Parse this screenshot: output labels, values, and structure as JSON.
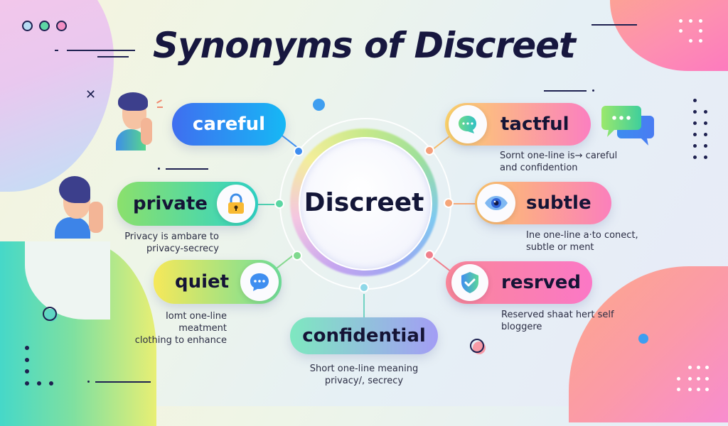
{
  "title": "Synonyms of Discreet",
  "center": {
    "label": "Discreet"
  },
  "synonyms": [
    {
      "id": "careful",
      "label": "careful",
      "description": "",
      "icon": "whisper-person-icon",
      "colors": [
        "#3f6ef0",
        "#16b8f5"
      ]
    },
    {
      "id": "private",
      "label": "private",
      "description_line1": "Privacy is ambare to",
      "description_line2": "privacy-secrecy",
      "icon": "padlock-icon",
      "colors": [
        "#8be06c",
        "#2fd4c7"
      ]
    },
    {
      "id": "quiet",
      "label": "quiet",
      "description_line1": "Iomt one-line meatment",
      "description_line2": "clothing to enhance",
      "icon": "chat-bubble-icon",
      "colors": [
        "#f6e85a",
        "#6fdf9a"
      ]
    },
    {
      "id": "confidential",
      "label": "confidential",
      "description_line1": "Short one-line meaning",
      "description_line2": "privacy/, secrecy",
      "icon": "",
      "colors": [
        "#7ee8c0",
        "#a39df5"
      ]
    },
    {
      "id": "tactful",
      "label": "tactful",
      "description_line1": "Sornt one-line is→ careful",
      "description_line2": "and confidention",
      "icon": "chat-bubble-icon",
      "colors": [
        "#fcd36a",
        "#fb7fc0"
      ]
    },
    {
      "id": "subtle",
      "label": "subtle",
      "description_line1": "Ine one-line a·to conect,",
      "description_line2": "subtle or ment",
      "icon": "eye-icon",
      "colors": [
        "#fcc46a",
        "#fb7fbc"
      ]
    },
    {
      "id": "resrved",
      "label": "resrved",
      "description_line1": "Reserved shaat hert self",
      "description_line2": "bloggere",
      "icon": "shield-check-icon",
      "colors": [
        "#f9869a",
        "#fb78c6"
      ]
    }
  ],
  "decor": {
    "window_dots": [
      "#b7dbf3",
      "#5ed6a5",
      "#f28ec3"
    ],
    "close_icon": "✕"
  }
}
